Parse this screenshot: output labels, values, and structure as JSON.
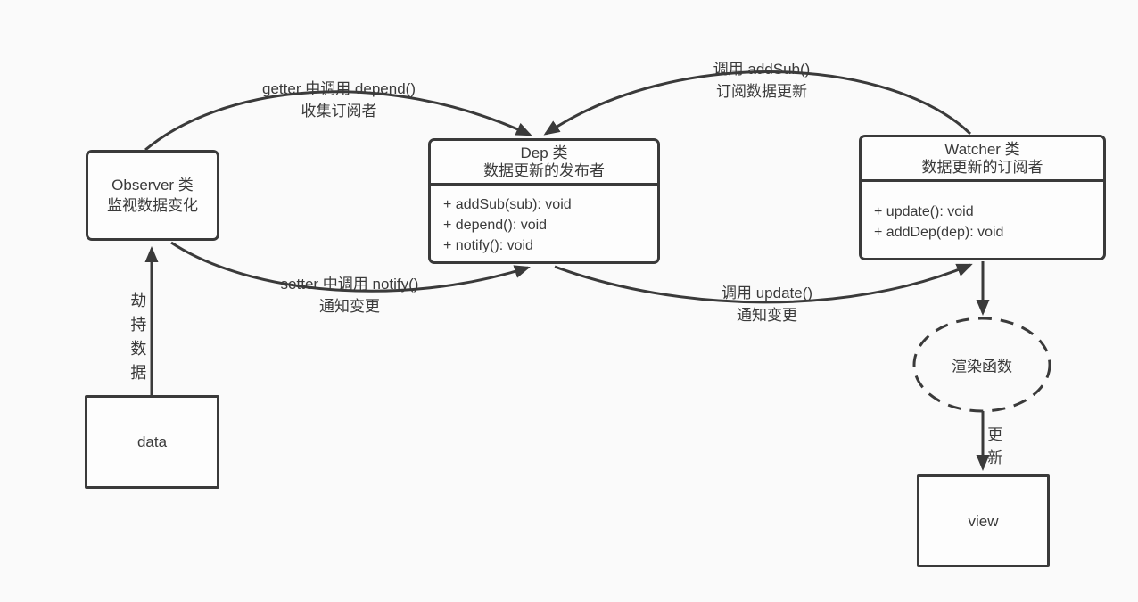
{
  "canvas": {
    "background": "#fafafa",
    "line_color": "#3a3a3a"
  },
  "nodes": {
    "observer": {
      "title": "Observer 类",
      "subtitle": "监视数据变化"
    },
    "dep": {
      "title": "Dep 类",
      "subtitle": "数据更新的发布者",
      "methods": [
        "+ addSub(sub): void",
        "+ depend(): void",
        "+ notify(): void"
      ]
    },
    "watcher": {
      "title": "Watcher 类",
      "subtitle": "数据更新的订阅者",
      "methods": [
        "+ update(): void",
        "+ addDep(dep): void"
      ]
    },
    "data": {
      "label": "data"
    },
    "render": {
      "label": "渲染函数"
    },
    "view": {
      "label": "view"
    }
  },
  "edges": {
    "getter": {
      "line1": "getter 中调用 depend()",
      "line2": "收集订阅者"
    },
    "addsub": {
      "line1": "调用 addSub()",
      "line2": "订阅数据更新"
    },
    "setter": {
      "line1": "setter 中调用 notify()",
      "line2": "通知变更"
    },
    "update": {
      "line1": "调用 update()",
      "line2": "通知变更"
    },
    "hijack": {
      "label": "劫持数据"
    },
    "renew": {
      "label": "更新"
    }
  }
}
